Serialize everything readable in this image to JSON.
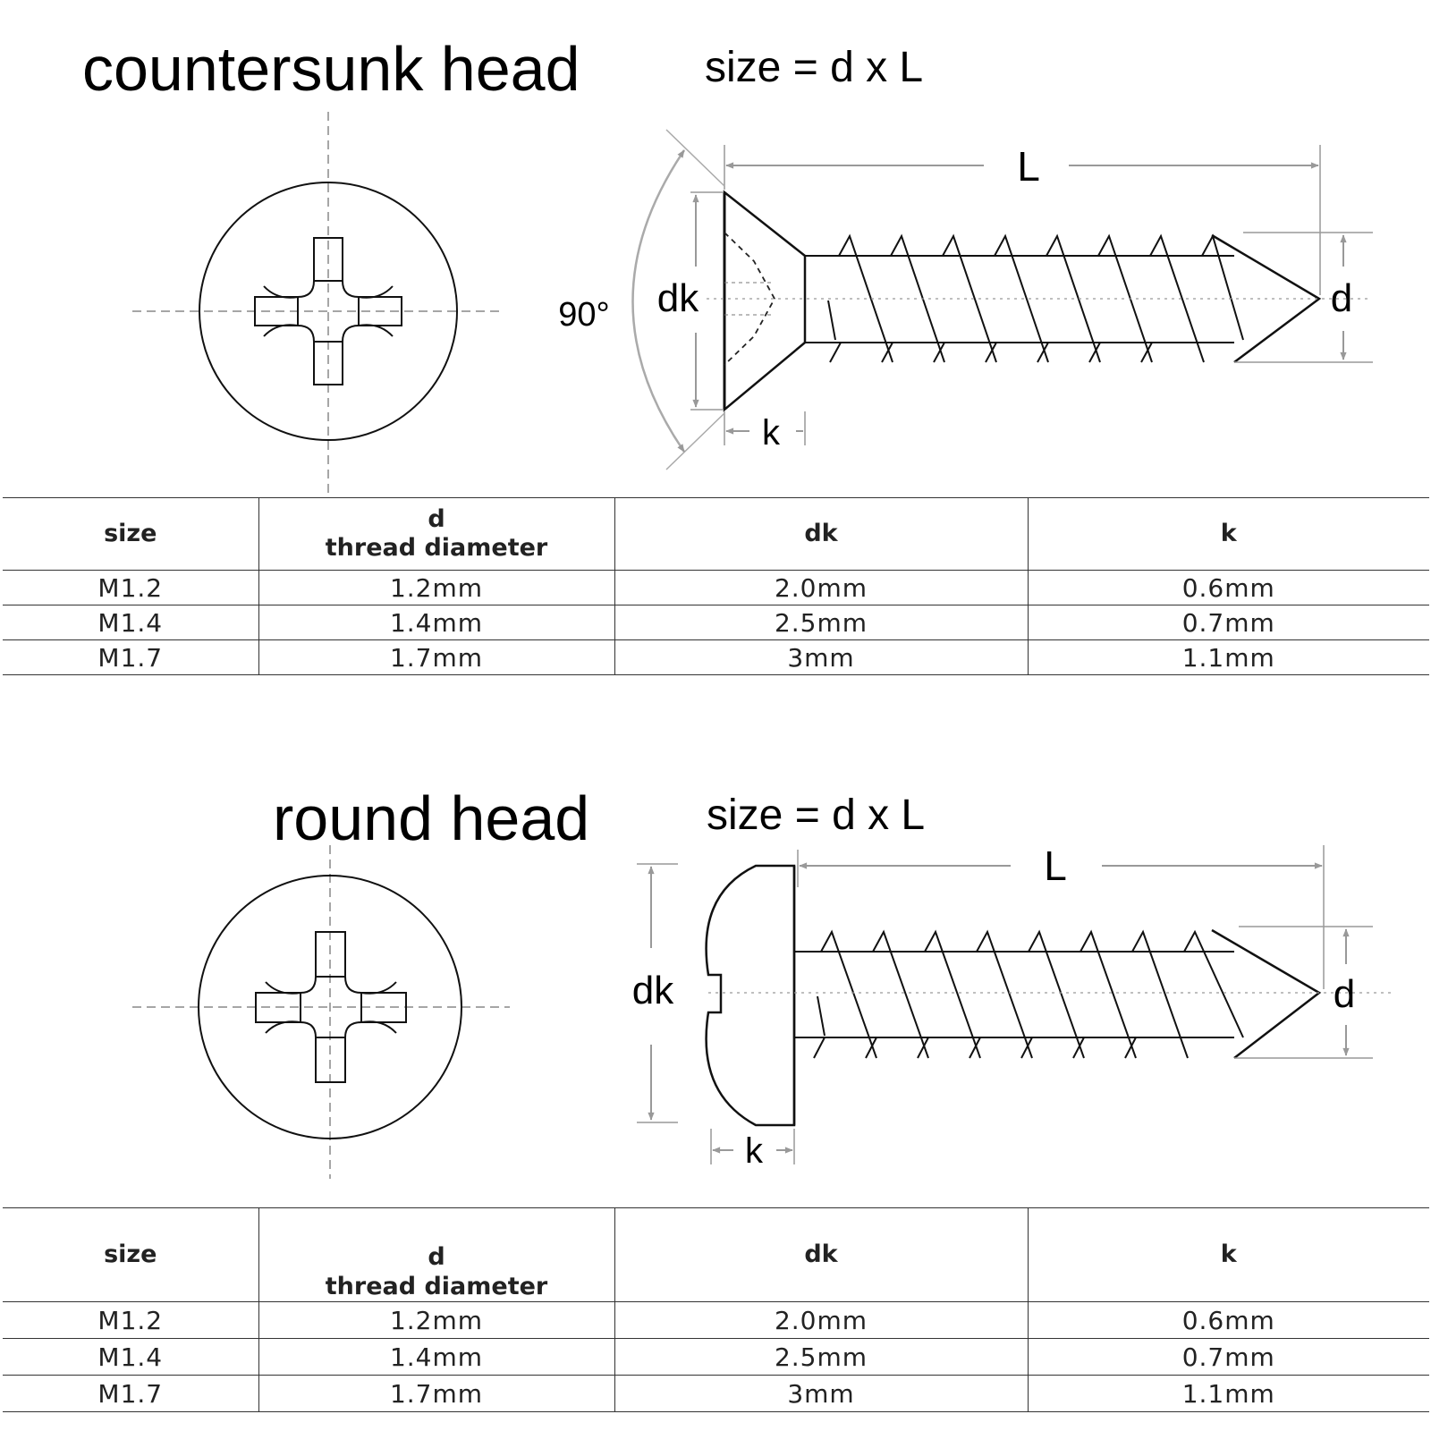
{
  "sections": [
    {
      "title": "countersunk head",
      "formula": "size = d x L",
      "labels": {
        "L": "L",
        "d": "d",
        "dk": "dk",
        "k": "k",
        "angle": "90°"
      },
      "table": {
        "headers": {
          "size": "size",
          "d_top": "d",
          "d_bottom": "thread diameter",
          "dk": "dk",
          "k": "k"
        },
        "rows": [
          [
            "M1.2",
            "1.2mm",
            "2.0mm",
            "0.6mm"
          ],
          [
            "M1.4",
            "1.4mm",
            "2.5mm",
            "0.7mm"
          ],
          [
            "M1.7",
            "1.7mm",
            "3mm",
            "1.1mm"
          ]
        ]
      }
    },
    {
      "title": "round head",
      "formula": "size = d x L",
      "labels": {
        "L": "L",
        "d": "d",
        "dk": "dk",
        "k": "k"
      },
      "table": {
        "headers": {
          "size": "size",
          "d_top": "d",
          "d_bottom": "thread diameter",
          "dk": "dk",
          "k": "k"
        },
        "rows": [
          [
            "M1.2",
            "1.2mm",
            "2.0mm",
            "0.6mm"
          ],
          [
            "M1.4",
            "1.4mm",
            "2.5mm",
            "0.7mm"
          ],
          [
            "M1.7",
            "1.7mm",
            "3mm",
            "1.1mm"
          ]
        ]
      }
    }
  ]
}
